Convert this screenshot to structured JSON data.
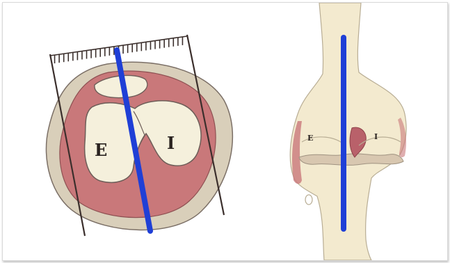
{
  "figure": {
    "cross_section": {
      "label_left": "E",
      "label_right": "I"
    },
    "frontal_view": {
      "label_left": "E",
      "label_right": "I"
    },
    "colors": {
      "skin": "#d9cfba",
      "muscle": "#c9787a",
      "bone": "#f5f0dc",
      "outline": "#5a4a45",
      "axis_line": "#1f3fd6"
    }
  }
}
